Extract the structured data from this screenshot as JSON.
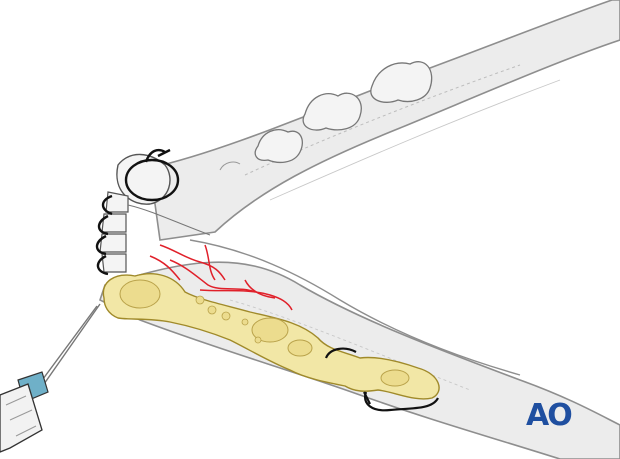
{
  "figure": {
    "logo_text": "AO",
    "icon_names": [
      "mandible-bone",
      "teeth",
      "fracture-lines",
      "bone-cement-splint",
      "wire-ligature",
      "syringe"
    ],
    "colors": {
      "bone_fill": "#ececec",
      "bone_outline": "#8e8e8e",
      "tooth_fill": "#f4f4f4",
      "fracture": "#e0202a",
      "splint_fill": "#f2e7a6",
      "splint_outline": "#a08a2a",
      "wire": "#111111",
      "syringe_tip": "#6fb0c8",
      "logo": "#1f4fa0"
    }
  }
}
